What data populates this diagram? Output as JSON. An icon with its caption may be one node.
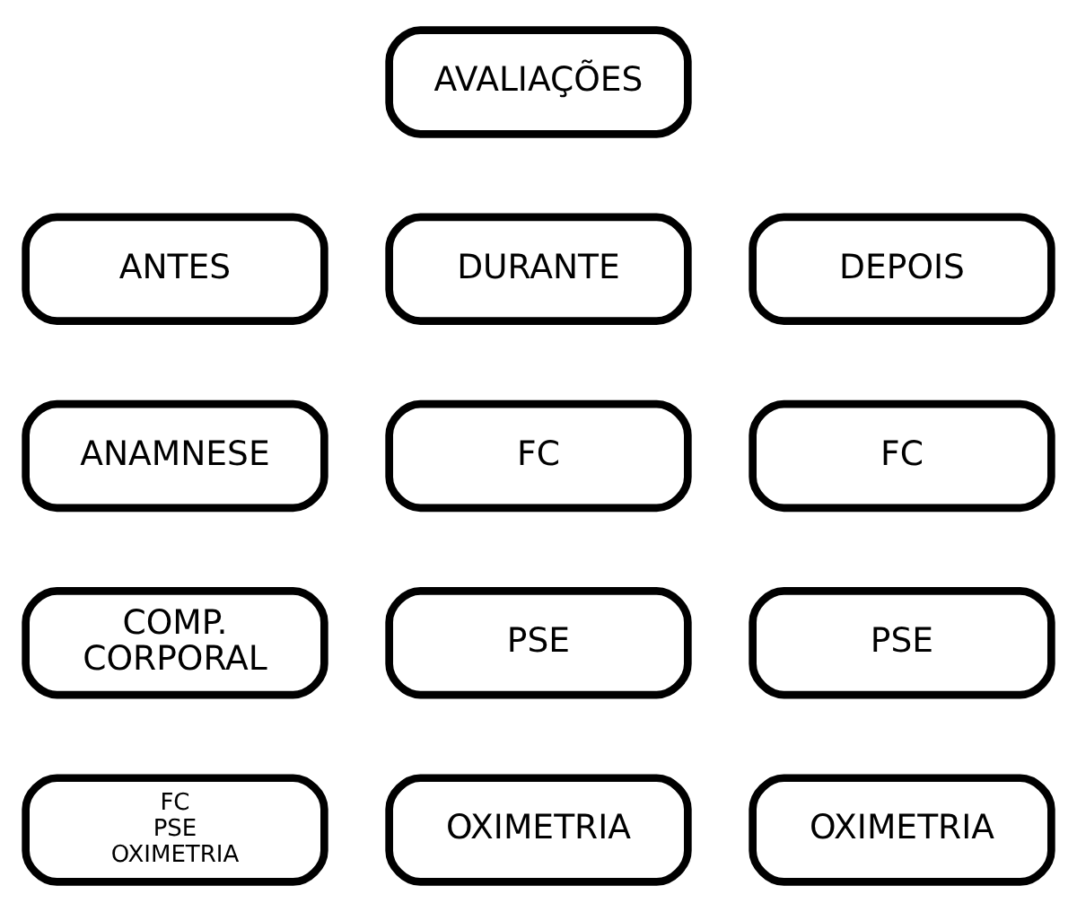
{
  "diagram": {
    "nodes": [
      {
        "text": [
          "AVALIAÇÕES"
        ]
      },
      {
        "text": [
          "ANTES"
        ]
      },
      {
        "text": [
          "DURANTE"
        ]
      },
      {
        "text": [
          "DEPOIS"
        ]
      },
      {
        "text": [
          "ANAMNESE"
        ]
      },
      {
        "text": [
          "FC"
        ]
      },
      {
        "text": [
          "FC"
        ]
      },
      {
        "text": [
          "COMP. CORPORAL"
        ]
      },
      {
        "text": [
          "PSE"
        ]
      },
      {
        "text": [
          "PSE"
        ]
      },
      {
        "text": [
          "FC PSE OXIMETRIA"
        ]
      },
      {
        "text": [
          "OXIMETRIA"
        ]
      },
      {
        "text": [
          "OXIMETRIA"
        ]
      }
    ]
  }
}
